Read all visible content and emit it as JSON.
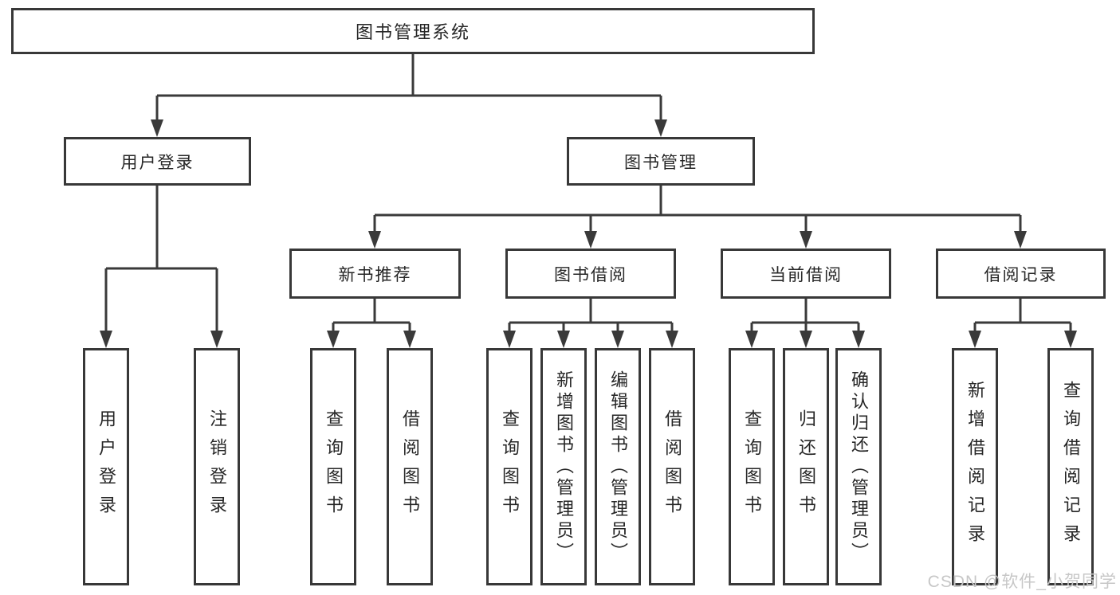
{
  "diagram": {
    "root": {
      "label": "图书管理系统"
    },
    "level2": [
      {
        "id": "user-login",
        "label": "用户登录"
      },
      {
        "id": "book-management",
        "label": "图书管理"
      }
    ],
    "level3": [
      {
        "id": "new-book-recommend",
        "label": "新书推荐",
        "parent": "图书管理"
      },
      {
        "id": "book-borrow",
        "label": "图书借阅",
        "parent": "图书管理"
      },
      {
        "id": "current-borrow",
        "label": "当前借阅",
        "parent": "图书管理"
      },
      {
        "id": "borrow-records",
        "label": "借阅记录",
        "parent": "图书管理"
      }
    ],
    "leaves": [
      {
        "label": "用户登录",
        "parent": "用户登录"
      },
      {
        "label": "注销登录",
        "parent": "用户登录"
      },
      {
        "label": "查询图书",
        "parent": "新书推荐"
      },
      {
        "label": "借阅图书",
        "parent": "新书推荐"
      },
      {
        "label": "查询图书",
        "parent": "图书借阅"
      },
      {
        "label": "新增图书（管理员）",
        "parent": "图书借阅"
      },
      {
        "label": "编辑图书（管理员）",
        "parent": "图书借阅"
      },
      {
        "label": "借阅图书",
        "parent": "图书借阅"
      },
      {
        "label": "查询图书",
        "parent": "当前借阅"
      },
      {
        "label": "归还图书",
        "parent": "当前借阅"
      },
      {
        "label": "确认归还（管理员）",
        "parent": "当前借阅"
      },
      {
        "label": "新增借阅记录",
        "parent": "借阅记录"
      },
      {
        "label": "查询借阅记录",
        "parent": "借阅记录"
      }
    ],
    "watermark": "CSDN @软件_小贺同学",
    "colors": {
      "line": "#3a3a3a",
      "box_border": "#383838",
      "text": "#262626",
      "watermark": "#c7c7c7",
      "background": "#ffffff"
    }
  }
}
